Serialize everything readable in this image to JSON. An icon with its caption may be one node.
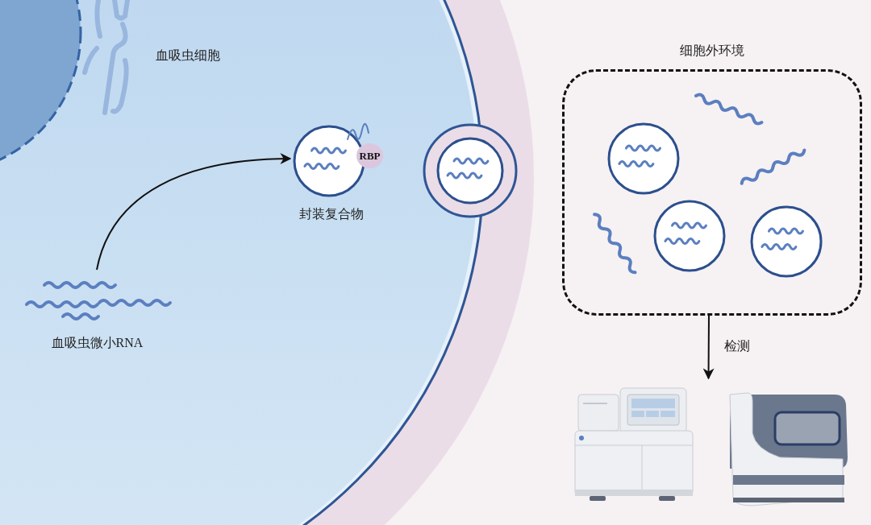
{
  "diagram": {
    "nodes": [
      {
        "text": [
          "血吸虫细胞"
        ]
      },
      {
        "text": [
          "血吸虫微小RNA"
        ],
        "in": 0
      },
      {
        "text": [
          "封装复合物"
        ],
        "in": 0
      },
      {
        "text": [
          "RBP"
        ],
        "in": 0
      },
      {
        "text": [],
        "shape": "circle"
      },
      {
        "text": [
          "细胞外环境"
        ]
      },
      {
        "text": [],
        "shape": "circle",
        "in": 5
      },
      {
        "text": [],
        "shape": "circle",
        "in": 5
      },
      {
        "text": [],
        "shape": "circle",
        "in": 5
      },
      {
        "text": [],
        "shape": "picture"
      }
    ],
    "edges": [
      {
        "from": 1,
        "to": 2,
        "arrow": "to"
      },
      {
        "from": 5,
        "to": 9,
        "arrow": "to",
        "label": "检测"
      }
    ]
  }
}
